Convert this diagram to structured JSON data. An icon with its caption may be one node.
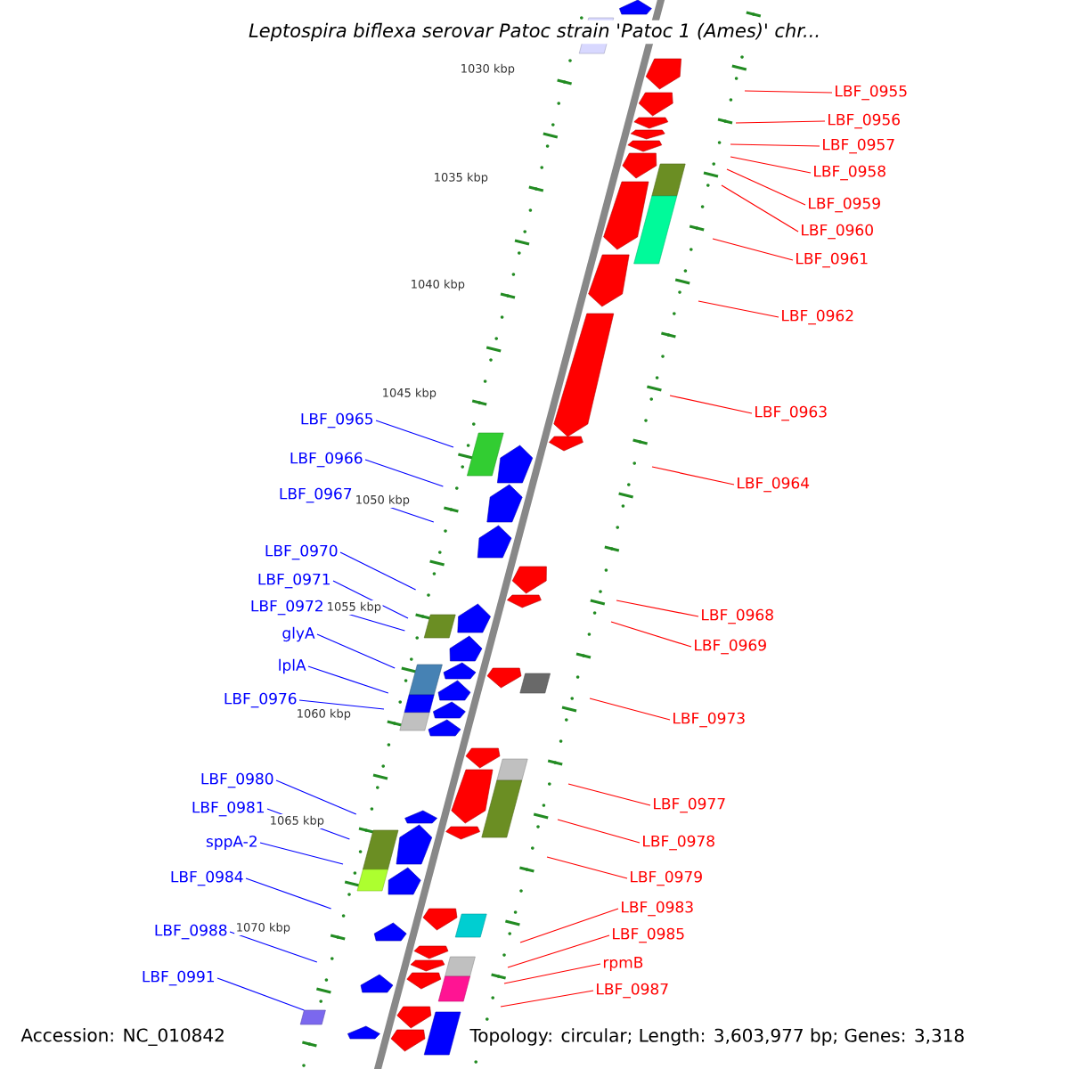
{
  "diagram": {
    "title": "*Leptospira biflexa* serovar Patoc strain 'Patoc 1 (Ames)' chr...",
    "nodes": [
      {
        "text": [
          "LBF_0955"
        ]
      },
      {
        "text": [
          "LBF_0956"
        ]
      },
      {
        "text": [
          "LBF_0957"
        ]
      },
      {
        "text": [
          "LBF_0958"
        ]
      },
      {
        "text": [
          "LBF_0959"
        ]
      },
      {
        "text": [
          "LBF_0960"
        ]
      },
      {
        "text": [
          "LBF_0961"
        ]
      },
      {
        "text": [
          "LBF_0962"
        ]
      },
      {
        "text": [
          "LBF_0963"
        ]
      },
      {
        "text": [
          "LBF_0964"
        ]
      },
      {
        "text": [
          "LBF_0965"
        ]
      },
      {
        "text": [
          "LBF_0966"
        ]
      },
      {
        "text": [
          "LBF_0967"
        ]
      },
      {
        "text": [
          "LBF_0968"
        ]
      },
      {
        "text": [
          "LBF_0969"
        ]
      },
      {
        "text": [
          "LBF_0970"
        ]
      },
      {
        "text": [
          "LBF_0971"
        ]
      },
      {
        "text": [
          "LBF_0972"
        ]
      },
      {
        "text": [
          "glyA"
        ]
      },
      {
        "text": [
          "lplA"
        ]
      },
      {
        "text": [
          "LBF_0973"
        ]
      },
      {
        "text": [
          "LBF_0976"
        ]
      },
      {
        "text": [
          "LBF_0977"
        ]
      },
      {
        "text": [
          "LBF_0980"
        ]
      },
      {
        "text": [
          "LBF_0978"
        ]
      },
      {
        "text": [
          "LBF_0981"
        ]
      },
      {
        "text": [
          "sppA-2"
        ]
      },
      {
        "text": [
          "LBF_0979"
        ]
      },
      {
        "text": [
          "LBF_0984"
        ]
      },
      {
        "text": [
          "LBF_0983"
        ]
      },
      {
        "text": [
          "LBF_0985"
        ]
      },
      {
        "text": [
          "LBF_0988"
        ]
      },
      {
        "text": [
          "rpmB"
        ]
      },
      {
        "text": [
          "LBF_0987"
        ]
      },
      {
        "text": [
          "LBF_0991"
        ]
      }
    ],
    "edges": [
      {
        "from": 0,
        "to": null,
        "arrow": "none"
      },
      {
        "from": 1,
        "to": null,
        "arrow": "none"
      },
      {
        "from": 2,
        "to": null,
        "arrow": "none"
      },
      {
        "from": 3,
        "to": null,
        "arrow": "none"
      },
      {
        "from": 4,
        "to": null,
        "arrow": "none"
      },
      {
        "from": 5,
        "to": null,
        "arrow": "none"
      },
      {
        "from": 6,
        "to": null,
        "arrow": "none"
      },
      {
        "from": 7,
        "to": null,
        "arrow": "none"
      },
      {
        "from": 8,
        "to": null,
        "arrow": "none"
      },
      {
        "from": 9,
        "to": null,
        "arrow": "none"
      },
      {
        "from": 10,
        "to": null,
        "arrow": "none",
        "color": "#0000ff"
      },
      {
        "from": 11,
        "to": null,
        "arrow": "none",
        "color": "#0000ff"
      },
      {
        "from": 12,
        "to": null,
        "arrow": "none",
        "color": "#0000ff"
      },
      {
        "from": 13,
        "to": null,
        "arrow": "none"
      },
      {
        "from": 14,
        "to": null,
        "arrow": "none"
      },
      {
        "from": 15,
        "to": null,
        "arrow": "none",
        "color": "#0000ff"
      },
      {
        "from": 16,
        "to": null,
        "arrow": "none",
        "color": "#0000ff"
      },
      {
        "from": 17,
        "to": null,
        "arrow": "none",
        "color": "#0000ff"
      },
      {
        "from": 18,
        "to": null,
        "arrow": "none",
        "color": "#0000ff"
      },
      {
        "from": 19,
        "to": null,
        "arrow": "none",
        "color": "#0000ff"
      },
      {
        "from": 20,
        "to": null,
        "arrow": "none"
      },
      {
        "from": 21,
        "to": null,
        "arrow": "none",
        "color": "#0000ff"
      },
      {
        "from": 22,
        "to": null,
        "arrow": "none"
      },
      {
        "from": 23,
        "to": null,
        "arrow": "none",
        "color": "#0000ff"
      },
      {
        "from": 24,
        "to": null,
        "arrow": "none"
      },
      {
        "from": 25,
        "to": null,
        "arrow": "none",
        "color": "#0000ff"
      },
      {
        "from": 26,
        "to": null,
        "arrow": "none",
        "color": "#0000ff"
      },
      {
        "from": 27,
        "to": null,
        "arrow": "none"
      },
      {
        "from": 28,
        "to": null,
        "arrow": "none",
        "color": "#0000ff"
      },
      {
        "from": 29,
        "to": null,
        "arrow": "none"
      },
      {
        "from": 30,
        "to": null,
        "arrow": "none"
      },
      {
        "from": 31,
        "to": null,
        "arrow": "none",
        "color": "#0000ff"
      },
      {
        "from": 32,
        "to": null,
        "arrow": "none"
      },
      {
        "from": 33,
        "to": null,
        "arrow": "none"
      },
      {
        "from": 34,
        "to": null,
        "arrow": "none",
        "color": "#0000ff"
      }
    ],
    "labels": [
      "1030 kbp",
      "1035 kbp",
      "1040 kbp",
      "1045 kbp",
      "1050 kbp",
      "1055 kbp",
      "1060 kbp",
      "1065 kbp",
      "1070 kbp",
      "Accession: NC_010842",
      "Topology: circular; Length: 3,603,977 bp; Genes: 3,318"
    ]
  }
}
